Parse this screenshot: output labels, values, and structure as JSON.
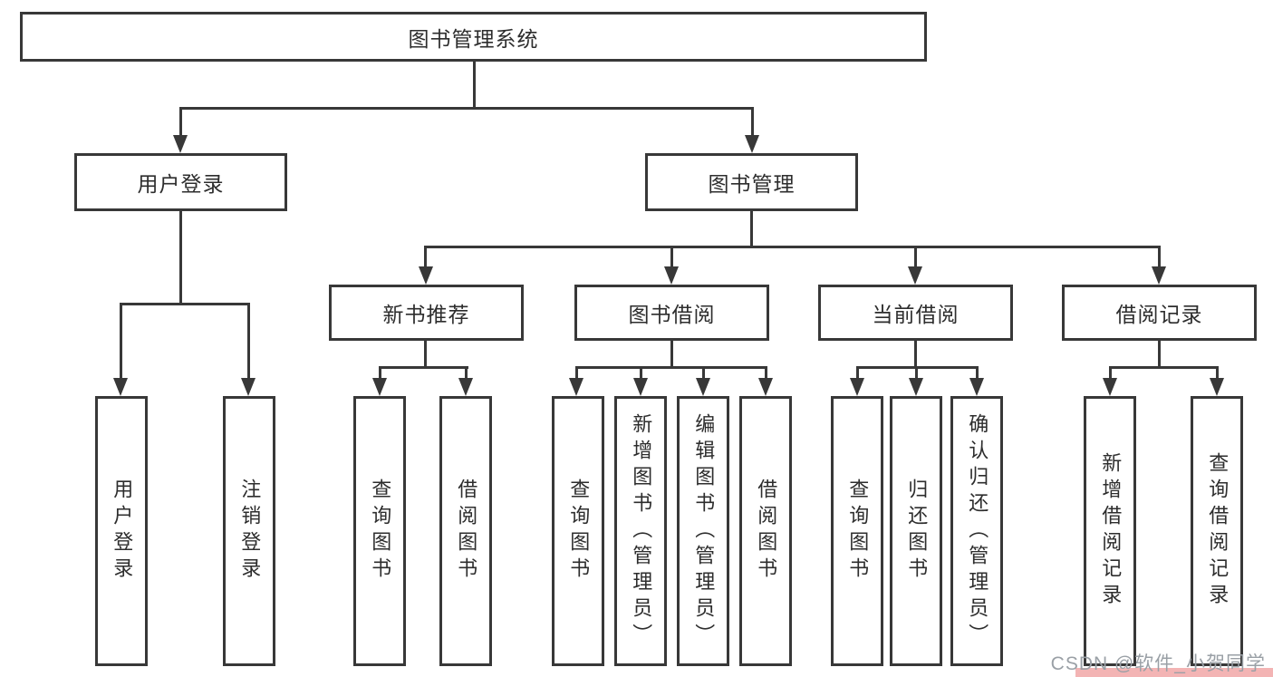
{
  "root": {
    "label": "图书管理系统"
  },
  "level1": [
    {
      "label": "用户登录"
    },
    {
      "label": "图书管理"
    }
  ],
  "level2": [
    {
      "label": "新书推荐"
    },
    {
      "label": "图书借阅"
    },
    {
      "label": "当前借阅"
    },
    {
      "label": "借阅记录"
    }
  ],
  "leaves": {
    "user_login": [
      "用户登录",
      "注销登录"
    ],
    "new_books": [
      "查询图书",
      "借阅图书"
    ],
    "book_borrow": [
      "查询图书",
      "新增图书（管理员）",
      "编辑图书（管理员）",
      "借阅图书"
    ],
    "current_borrow": [
      "查询图书",
      "归还图书",
      "确认归还（管理员）"
    ],
    "borrow_records": [
      "新增借阅记录",
      "查询借阅记录"
    ]
  },
  "watermark": {
    "text": "CSDN @软件_小贺同学"
  },
  "colors": {
    "line": "#383838",
    "text": "#2d2d2d",
    "background": "#ffffff",
    "watermark_text": "#9aa0a6",
    "watermark_highlight": "#f3b4b4"
  }
}
